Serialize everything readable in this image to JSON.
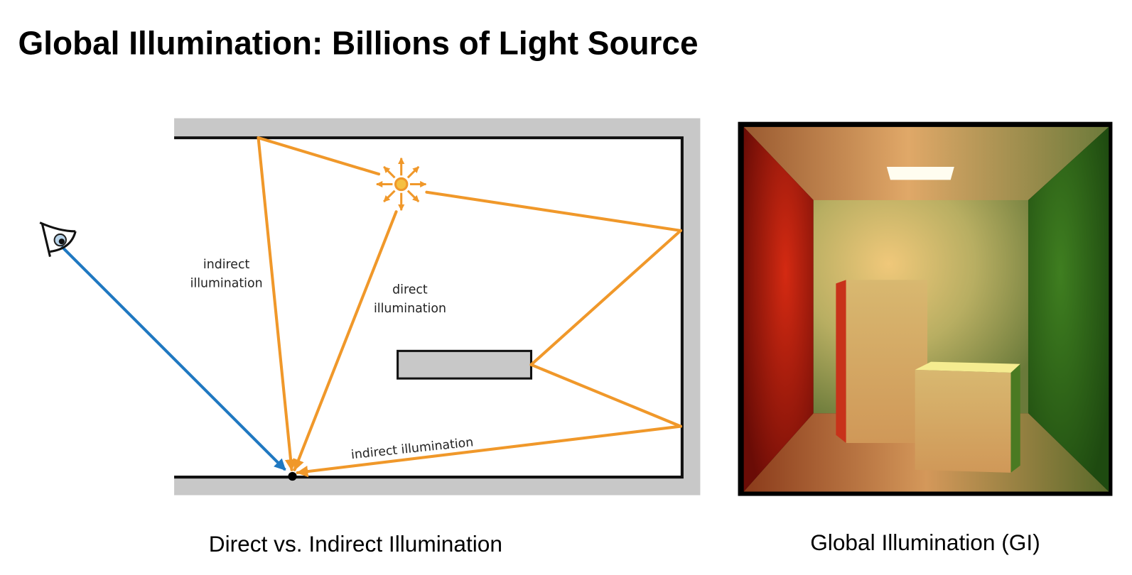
{
  "slide": {
    "title": "Global Illumination: Billions of Light Source"
  },
  "left_figure": {
    "caption": "Direct vs. Indirect Illumination",
    "labels": {
      "indirect_left_line1": "indirect",
      "indirect_left_line2": "illumination",
      "direct_line1": "direct",
      "direct_line2": "illumination",
      "indirect_bottom": "indirect illumination"
    },
    "colors": {
      "ray": "#f0982a",
      "view_ray": "#1f78c1",
      "wall": "#c8c8c8"
    }
  },
  "right_figure": {
    "caption": "Global Illumination (GI)",
    "colors": {
      "left_wall": "#b01e10",
      "right_wall": "#3a7a1e",
      "back_wall": "#d8b878"
    }
  }
}
